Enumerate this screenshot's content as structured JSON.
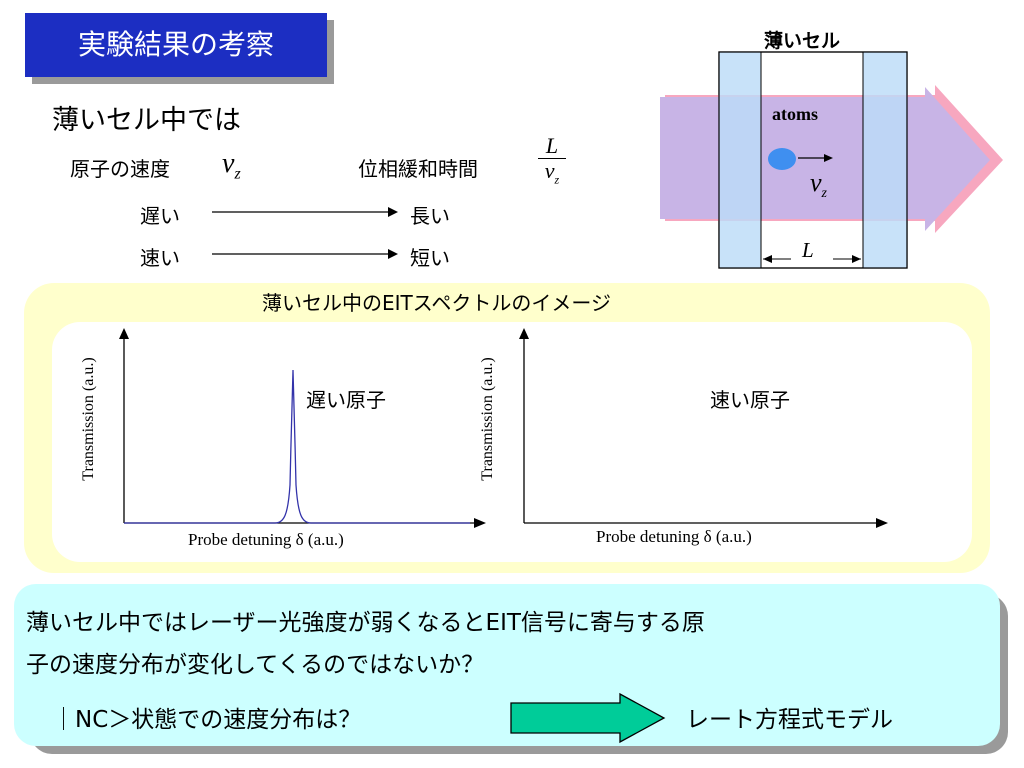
{
  "title": "実験結果の考察",
  "intro": {
    "heading": "薄いセル中では",
    "velocity_label": "原子の速度",
    "velocity_symbol": "v",
    "velocity_subscript": "z",
    "relax_label": "位相緩和時間",
    "fraction_numerator": "L",
    "fraction_denominator": "v",
    "fraction_denominator_subscript": "z",
    "rows": [
      {
        "from": "遅い",
        "to": "長い"
      },
      {
        "from": "速い",
        "to": "短い"
      }
    ]
  },
  "cell_diagram": {
    "title": "薄いセル",
    "atoms_label": "atoms",
    "velocity_symbol": "v",
    "velocity_subscript": "z",
    "length_label": "L"
  },
  "spectrum": {
    "title": "薄いセル中のEITスペクトルのイメージ",
    "plots": [
      {
        "ylabel": "Transmission (a.u.)",
        "xlabel": "Probe detuning δ (a.u.)",
        "annotation": "遅い原子",
        "has_peak": true
      },
      {
        "ylabel": "Transmission (a.u.)",
        "xlabel": "Probe detuning δ (a.u.)",
        "annotation": "速い原子",
        "has_peak": false
      }
    ]
  },
  "conclusion": {
    "line1": "薄いセル中ではレーザー光強度が弱くなるとEIT信号に寄与する原",
    "line2": "子の速度分布が変化してくるのではないか？",
    "question": "｜NC＞状態での速度分布は？",
    "answer": "レート方程式モデル"
  },
  "colors": {
    "title_bg": "#1c2ec2",
    "panel_yellow": "#ffffcc",
    "panel_cyan": "#ccffff",
    "arrow_green": "#00cc99",
    "beam_purple": "#c8b4e6",
    "cell_blue": "#bcdcf8",
    "atom_blue": "#3f8ff0",
    "peak_blue": "#3333aa"
  }
}
